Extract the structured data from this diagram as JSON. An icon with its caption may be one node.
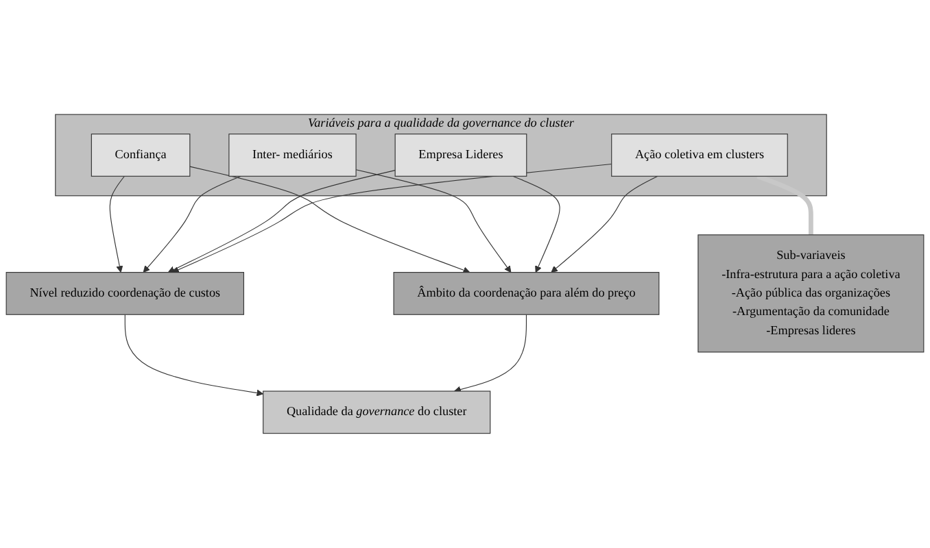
{
  "diagram": {
    "nodes": [
      {
        "text": [
          "Variáveis para a qualidade da governance do cluster"
        ]
      },
      {
        "text": [
          "Confiança"
        ],
        "in": 0
      },
      {
        "text": [
          "Inter- mediários"
        ],
        "in": 0
      },
      {
        "text": [
          "Empresa Lideres"
        ],
        "in": 0
      },
      {
        "text": [
          "Ação coletiva em clusters"
        ],
        "in": 0
      },
      {
        "text": [
          "Nível reduzido coordenação de custos"
        ]
      },
      {
        "text": [
          "Âmbito da coordenação para além do preço"
        ]
      },
      {
        "text": [
          "Qualidade da *governance* do cluster"
        ]
      },
      {
        "text": [
          "Sub-variaveis",
          "-Infra-estrutura para a ação coletiva",
          "-Ação pública das organizações",
          "-Argumentação da comunidade",
          "-Empresas lideres"
        ]
      }
    ],
    "edges": [
      {
        "from": 1,
        "to": 5,
        "arrow": "to"
      },
      {
        "from": 1,
        "to": 6,
        "arrow": "to"
      },
      {
        "from": 2,
        "to": 5,
        "arrow": "to"
      },
      {
        "from": 2,
        "to": 6,
        "arrow": "to"
      },
      {
        "from": 3,
        "to": 5,
        "arrow": "to"
      },
      {
        "from": 3,
        "to": 6,
        "arrow": "to"
      },
      {
        "from": 4,
        "to": 5,
        "arrow": "to"
      },
      {
        "from": 4,
        "to": 6,
        "arrow": "to"
      },
      {
        "from": 5,
        "to": 7,
        "arrow": "to"
      },
      {
        "from": 6,
        "to": 7,
        "arrow": "to"
      },
      {
        "from": 4,
        "to": 8,
        "arrow": "none",
        "style": "thick",
        "color": "#c8c8c8"
      }
    ]
  }
}
